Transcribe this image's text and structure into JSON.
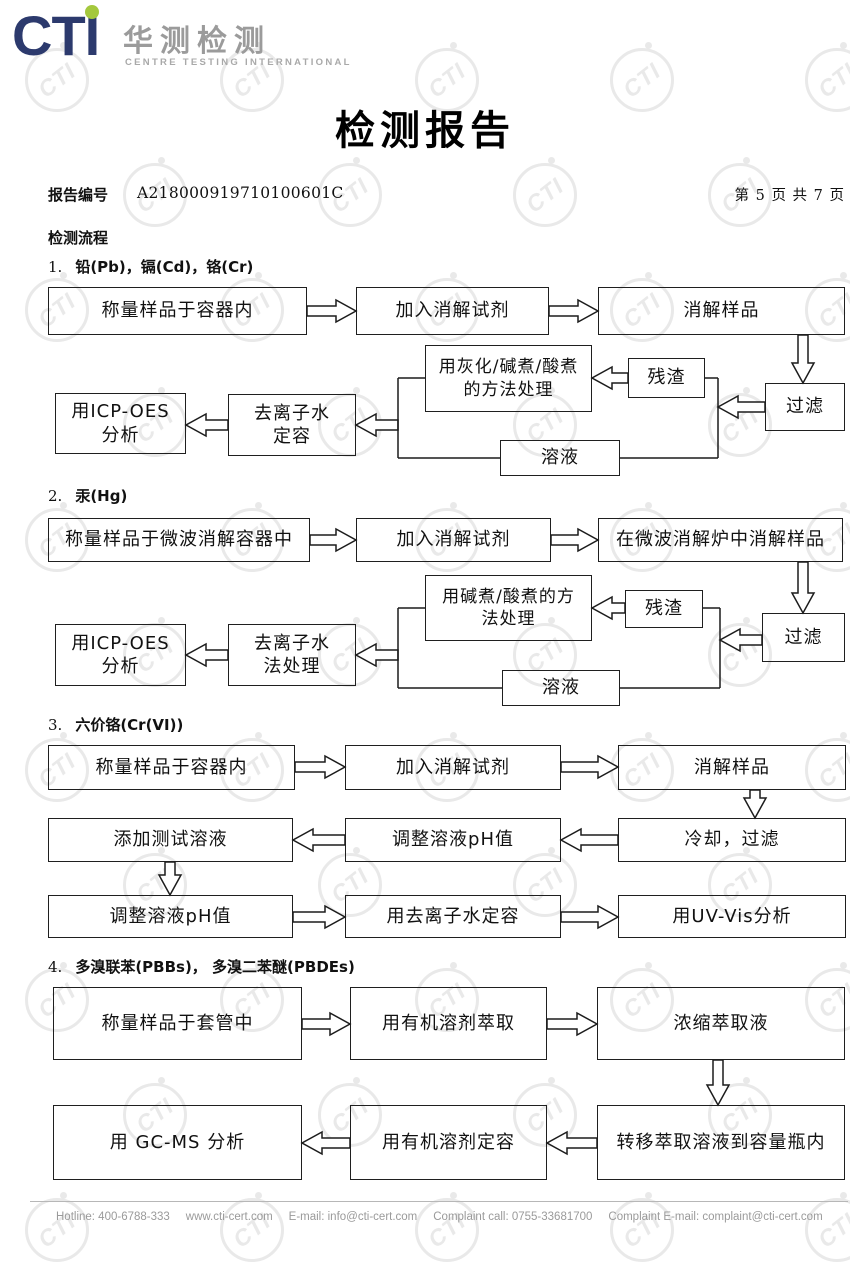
{
  "header": {
    "logo_cti": "CTI",
    "logo_chinese": "华测检测",
    "logo_english": "CENTRE TESTING INTERNATIONAL",
    "title": "检测报告",
    "report_no_label": "报告编号",
    "report_no": "A218000919710100601C",
    "page_info": "第 5 页  共 7 页"
  },
  "watermark_text": "CTI",
  "process_heading": "检测流程",
  "flows": [
    {
      "num": "1.",
      "title": "铅(Pb)，镉(Cd)，铬(Cr)",
      "nodes": [
        "称量样品于容器内",
        "加入消解试剂",
        "消解样品",
        "过滤",
        "残渣",
        "用灰化/碱煮/酸煮\n的方法处理",
        "溶液",
        "去离子水\n定容",
        "用ICP-OES\n分析"
      ]
    },
    {
      "num": "2.",
      "title": "汞(Hg)",
      "nodes": [
        "称量样品于微波消解容器中",
        "加入消解试剂",
        "在微波消解炉中消解样品",
        "过滤",
        "残渣",
        "用碱煮/酸煮的方\n法处理",
        "溶液",
        "去离子水\n法处理",
        "用ICP-OES\n分析"
      ]
    },
    {
      "num": "3.",
      "title": "六价铬(Cr(VI))",
      "nodes": [
        "称量样品于容器内",
        "加入消解试剂",
        "消解样品",
        "冷却，过滤",
        "调整溶液pH值",
        "添加测试溶液",
        "调整溶液pH值",
        "用去离子水定容",
        "用UV-Vis分析"
      ]
    },
    {
      "num": "4.",
      "title": "多溴联苯(PBBs)， 多溴二苯醚(PBDEs)",
      "nodes": [
        "称量样品于套管中",
        "用有机溶剂萃取",
        "浓缩萃取液",
        "转移萃取溶液到容量瓶内",
        "用有机溶剂定容",
        "用 GC-MS 分析"
      ]
    }
  ],
  "footer": {
    "text": "Hotline: 400-6788-333     www.cti-cert.com     E-mail: info@cti-cert.com     Complaint call: 0755-33681700     Complaint E-mail: complaint@cti-cert.com"
  }
}
